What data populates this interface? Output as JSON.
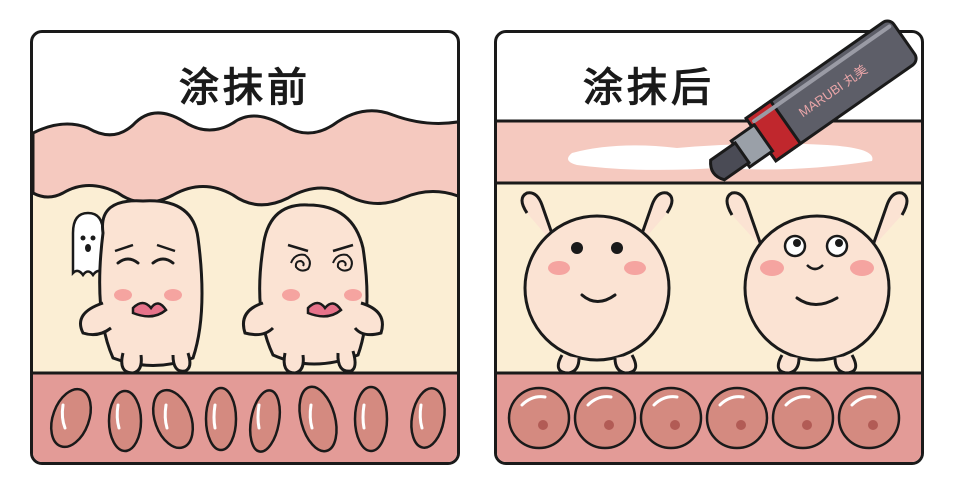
{
  "before": {
    "title": "涂抹前"
  },
  "after": {
    "title": "涂抹后"
  },
  "product": {
    "brand": "MARUBI 丸美",
    "body_color": "#5d5e68",
    "accent_color": "#c0272d"
  },
  "colors": {
    "outline": "#1a1a1a",
    "epidermis": "#f5c9bf",
    "dermis": "#fbeed4",
    "bottom_layer": "#e39b97",
    "cell": "#fbe3d3",
    "blush": "#f5a4a0"
  }
}
